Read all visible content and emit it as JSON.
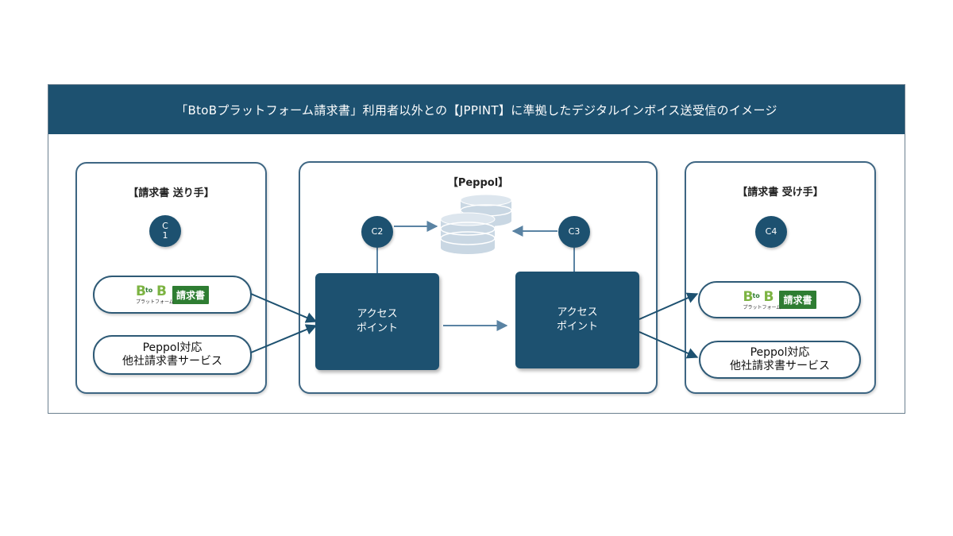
{
  "header": {
    "title": "「BtoBプラットフォーム請求書」利用者以外との【JPPINT】に準拠したデジタルインボイス送受信のイメージ"
  },
  "sender": {
    "title": "【請求書 送り手】",
    "node": "C\n1",
    "logo": {
      "mark_b": "B",
      "mark_to": "to",
      "mark_b2": "B",
      "mark_sub": "プラットフォーム",
      "box": "請求書"
    },
    "service": "Peppol対応\n他社請求書サービス"
  },
  "peppol": {
    "title": "【Peppol】",
    "node_left": "C2",
    "node_right": "C3",
    "ap_left": "アクセス\nポイント",
    "ap_right": "アクセス\nポイント"
  },
  "receiver": {
    "title": "【請求書 受け手】",
    "node": "C4",
    "logo": {
      "mark_b": "B",
      "mark_to": "to",
      "mark_b2": "B",
      "mark_sub": "プラットフォーム",
      "box": "請求書"
    },
    "service": "Peppol対応\n他社請求書サービス"
  },
  "colors": {
    "primary": "#1d5170",
    "border": "#3e6683",
    "logo_green": "#2e7d32",
    "db_fill": "#c9d7e3"
  }
}
